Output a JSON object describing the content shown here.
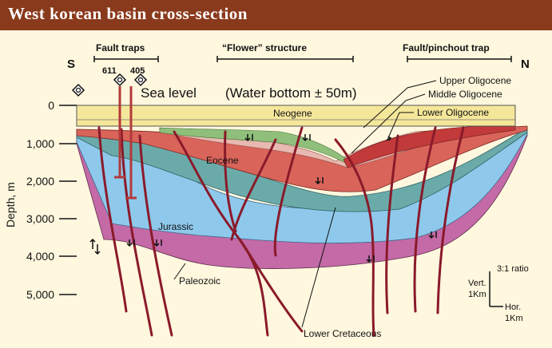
{
  "title": "West korean basin cross-section",
  "headers": {
    "fault_traps": "Fault traps",
    "flower": "“Flower” structure",
    "pinchout": "Fault/pinchout trap",
    "south": "S",
    "north": "N"
  },
  "wells": [
    {
      "label": "611"
    },
    {
      "label": "405"
    }
  ],
  "sea_level": "Sea level",
  "water_bottom": "(Water bottom ± 50m)",
  "y_axis": {
    "label": "Depth,  m",
    "ticks": [
      "0",
      "1,000",
      "2,000",
      "3,000",
      "4,000",
      "5,000"
    ]
  },
  "layers": {
    "neogene": "Neogene",
    "upper_oligocene": "Upper Oligocene",
    "middle_oligocene": "Middle Oligocene",
    "lower_oligocene": "Lower Oligocene",
    "eocene": "Eocene",
    "jurassic": "Jurassic",
    "paleozoic": "Paleozoic",
    "lower_cretaceous": "Lower Cretaceous"
  },
  "scale": {
    "ratio": "3:1 ratio",
    "vert": "Vert.",
    "vert_unit": "1Km",
    "hor": "Hor.",
    "hor_unit": "1Km"
  },
  "colors": {
    "title_bar": "#8a3a1c",
    "background": "#fff7de",
    "neogene": "#f5e79a",
    "upper_oligocene": "#8fbf7a",
    "middle_oligocene": "#e8b9b0",
    "eocene": "#d9645a",
    "teal_layer": "#6aabaa",
    "jurassic": "#8ec9ec",
    "paleozoic": "#c46aa6",
    "fault": "#8a1a2a"
  }
}
